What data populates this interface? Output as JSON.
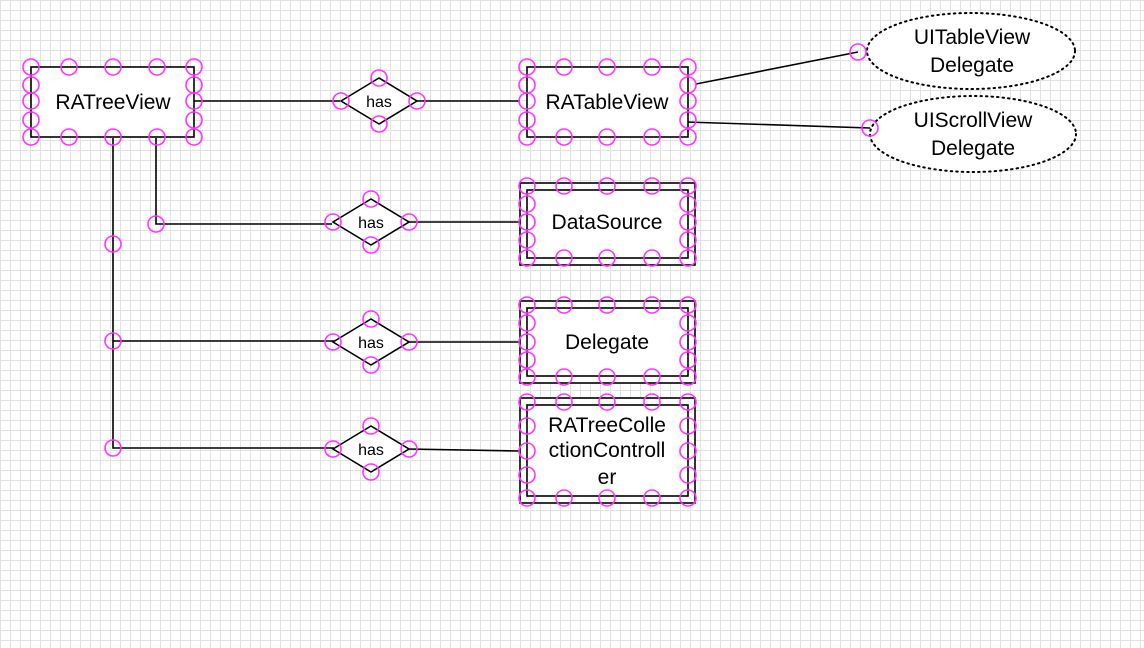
{
  "entities": {
    "ratreeview": "RATreeView",
    "ratableview": "RATableView",
    "datasource": "DataSource",
    "delegate": "Delegate",
    "collection_line1": "RATreeColle",
    "collection_line2": "ctionControll",
    "collection_line3": "er"
  },
  "attributes": {
    "tableview_delegate_line1": "UITableView",
    "tableview_delegate_line2": "Delegate",
    "scrollview_delegate_line1": "UIScrollView",
    "scrollview_delegate_line2": "Delegate"
  },
  "relationships": {
    "rel1": "has",
    "rel2": "has",
    "rel3": "has",
    "rel4": "has"
  },
  "colors": {
    "handle": "#ff33ff",
    "line": "#000000",
    "grid": "#e2e2e2"
  }
}
